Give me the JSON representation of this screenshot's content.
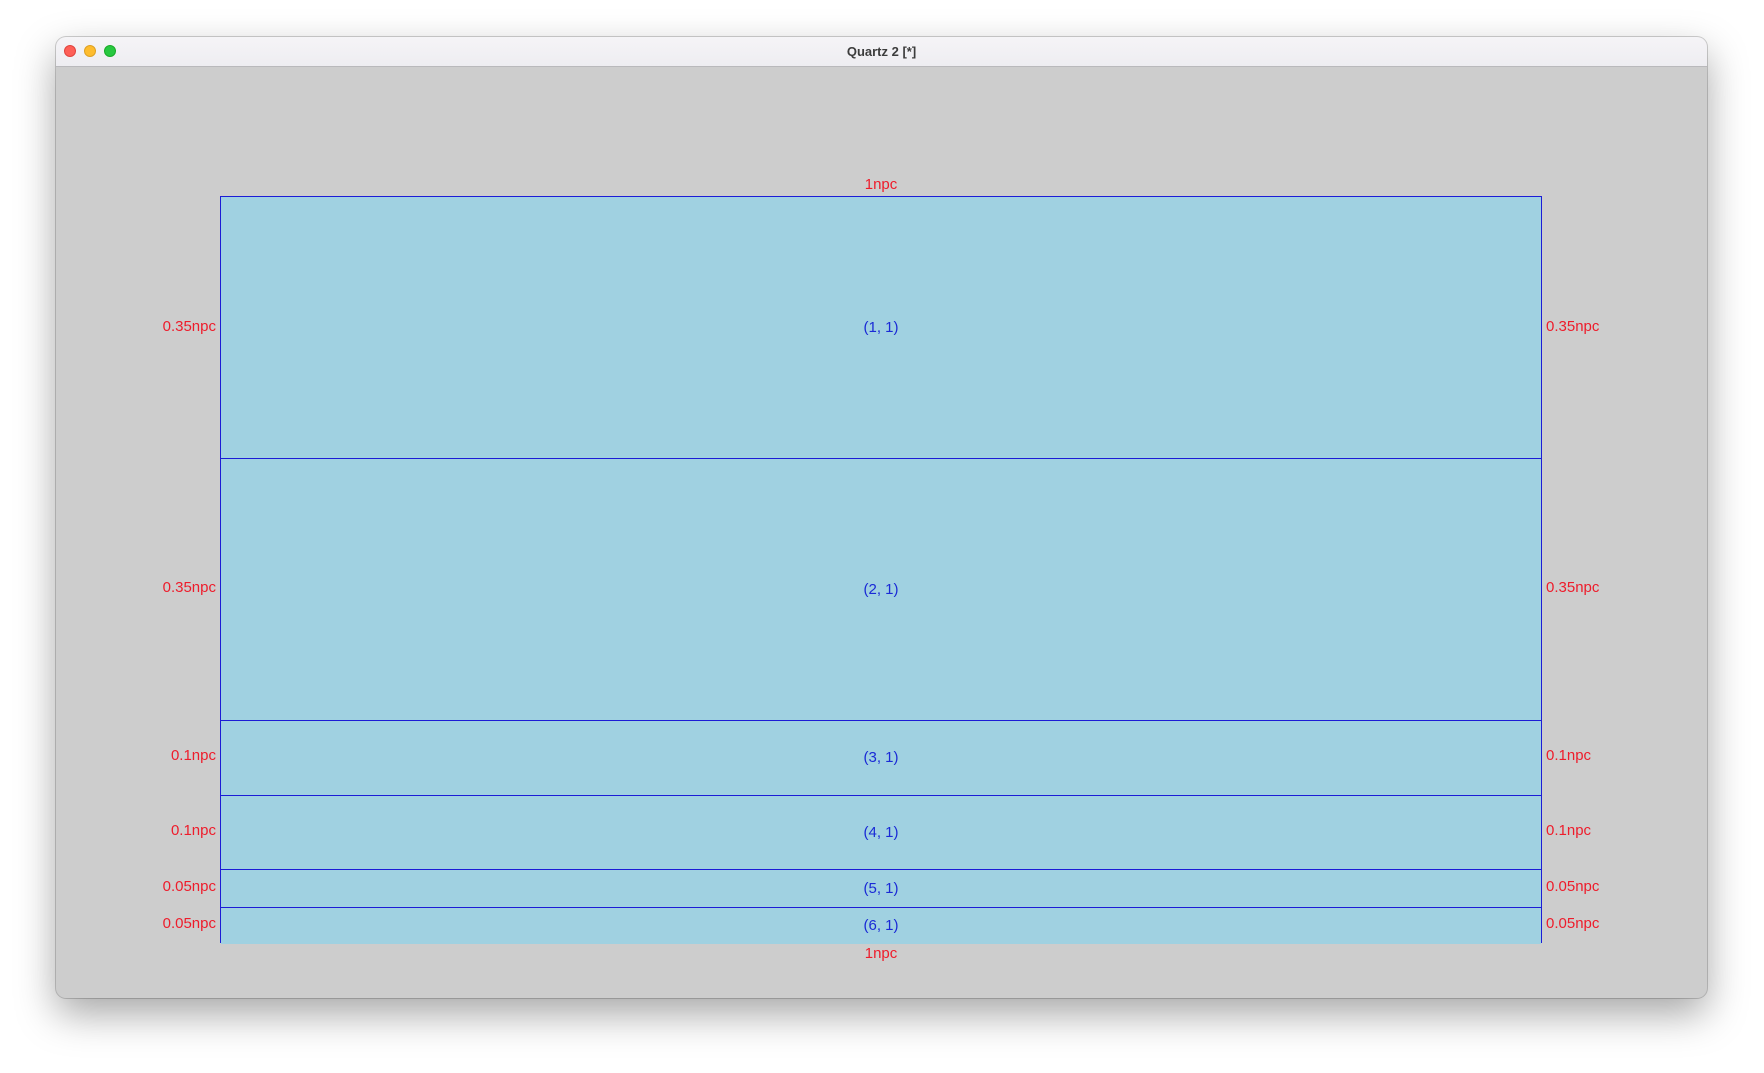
{
  "window": {
    "title": "Quartz 2 [*]"
  },
  "layout": {
    "width_label_top": "1npc",
    "width_label_bottom": "1npc",
    "border_color": "#1c1cd6",
    "fill_color": "#a0d1e1",
    "label_color": "#ee1c2b",
    "rows": [
      {
        "label": "(1, 1)",
        "height": "0.35npc",
        "fraction": 0.35
      },
      {
        "label": "(2, 1)",
        "height": "0.35npc",
        "fraction": 0.35
      },
      {
        "label": "(3, 1)",
        "height": "0.1npc",
        "fraction": 0.1
      },
      {
        "label": "(4, 1)",
        "height": "0.1npc",
        "fraction": 0.1
      },
      {
        "label": "(5, 1)",
        "height": "0.05npc",
        "fraction": 0.05
      },
      {
        "label": "(6, 1)",
        "height": "0.05npc",
        "fraction": 0.05
      }
    ]
  }
}
